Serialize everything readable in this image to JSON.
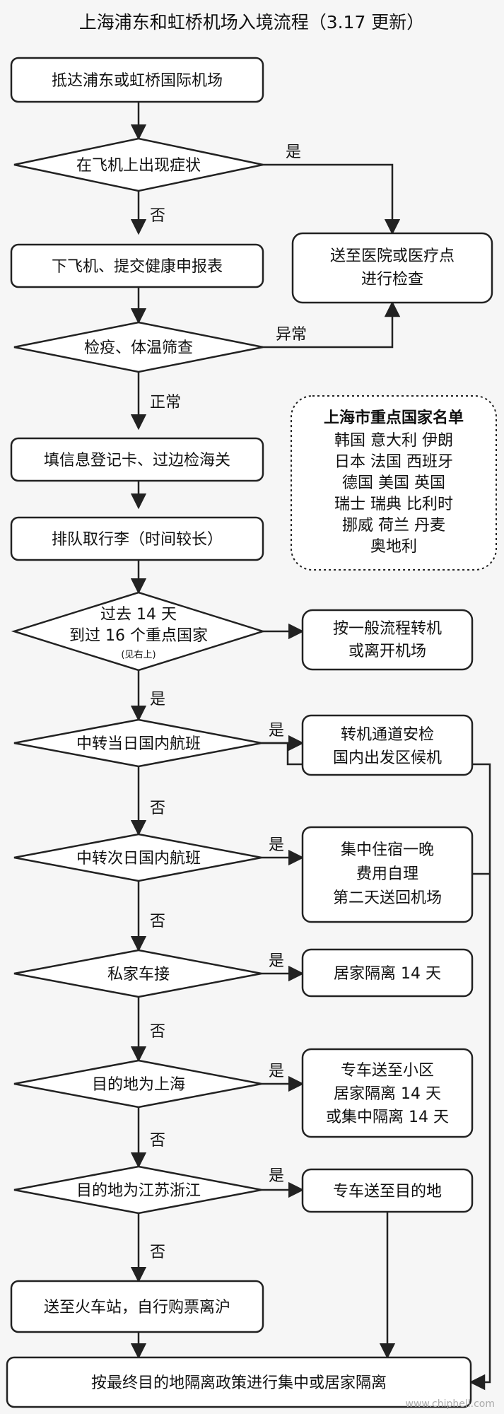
{
  "title": "上海浦东和虹桥机场入境流程（3.17 更新）",
  "nodes": {
    "arrive": "抵达浦东或虹桥国际机场",
    "symptoms": "在飞机上出现症状",
    "hospital": [
      "送至医院或医疗点",
      "进行检查"
    ],
    "deplane": "下飞机、提交健康申报表",
    "quarantine": "检疫、体温筛查",
    "register": "填信息登记卡、过边检海关",
    "luggage": "排队取行李（时间较长）",
    "visited": [
      "过去 14 天",
      "到过 16 个重点国家"
    ],
    "visited_note": "(见右上)",
    "normal_transfer": [
      "按一般流程转机",
      "或离开机场"
    ],
    "same_day": "中转当日国内航班",
    "transfer_security": [
      "转机通道安检",
      "国内出发区候机"
    ],
    "next_day": "中转次日国内航班",
    "overnight": [
      "集中住宿一晚",
      "费用自理",
      "第二天送回机场"
    ],
    "private_car": "私家车接",
    "home14": "居家隔离 14 天",
    "to_shanghai": "目的地为上海",
    "shuttle_community": [
      "专车送至小区",
      "居家隔离 14 天",
      "或集中隔离 14 天"
    ],
    "to_jszj": "目的地为江苏浙江",
    "shuttle_dest": "专车送至目的地",
    "train": "送至火车站，自行购票离沪",
    "final": "按最终目的地隔离政策进行集中或居家隔离"
  },
  "labels": {
    "yes": "是",
    "no": "否",
    "abnormal": "异常",
    "normal": "正常"
  },
  "key_countries": {
    "title": "上海市重点国家名单",
    "rows": [
      "韩国  意大利  伊朗",
      "日本  法国  西班牙",
      "德国  美国  英国",
      "瑞士  瑞典  比利时",
      "挪威  荷兰  丹麦",
      "奥地利"
    ]
  },
  "watermark": "www.chiphell.com",
  "colors": {
    "background": "#f6f6f6",
    "box_fill": "#ffffff",
    "stroke": "#222222"
  }
}
